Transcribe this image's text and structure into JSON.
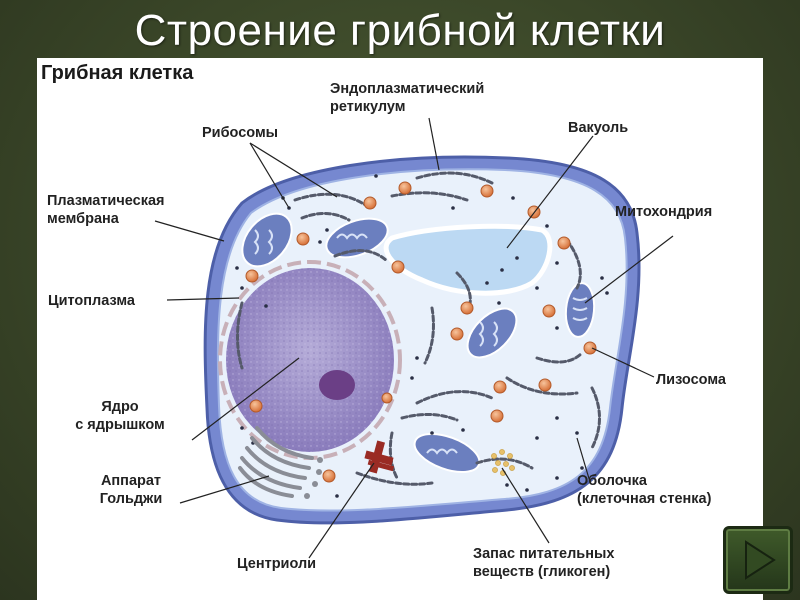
{
  "slide": {
    "title": "Строение грибной клетки"
  },
  "diagram": {
    "title": "Грибная клетка",
    "labels": {
      "er_line1": "Эндоплазматический",
      "er_line2": "ретикулум",
      "ribosomes": "Рибосомы",
      "vacuole": "Вакуоль",
      "membrane_line1": "Плазматическая",
      "membrane_line2": "мембрана",
      "mitochondria": "Митохондрия",
      "cytoplasm": "Цитоплазма",
      "lysosome": "Лизосома",
      "nucleus_line1": "Ядро",
      "nucleus_line2": "с ядрышком",
      "wall_line1": "Оболочка",
      "wall_line2": "(клеточная стенка)",
      "golgi_line1": "Аппарат",
      "golgi_line2": "Гольджи",
      "centrioles": "Центриоли",
      "storage_line1": "Запас питательных",
      "storage_line2": "веществ (гликоген)"
    },
    "colors": {
      "cell_wall": "#6f7fc8",
      "cytoplasm": "#e9f1fb",
      "nucleus": "#9b8fc4",
      "nucleolus": "#6b3f86",
      "vacuole": "#bcd9f3",
      "lysosome": "#e8915a",
      "centriole": "#9a2b24"
    }
  },
  "navigation": {
    "next_icon": "play-triangle-icon"
  }
}
